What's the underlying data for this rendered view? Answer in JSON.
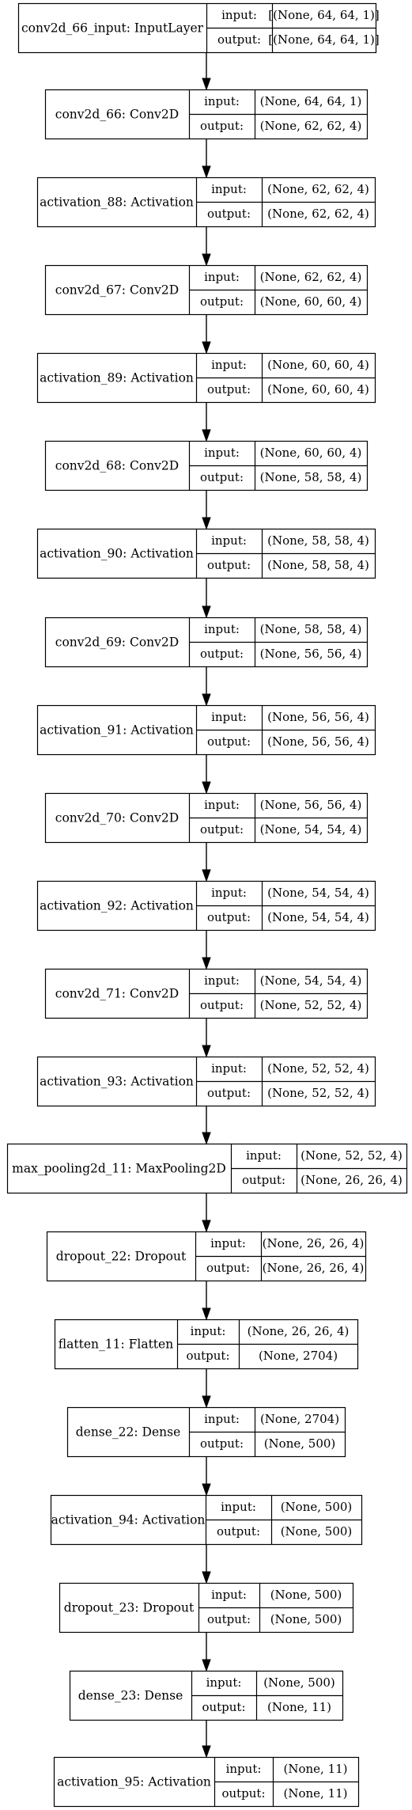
{
  "diagram": {
    "layers": [
      {
        "name": "conv2d_66_input: InputLayer",
        "input_label": "input:",
        "output_label": "output:",
        "input": "[(None, 64, 64, 1)]",
        "output": "[(None, 64, 64, 1)]"
      },
      {
        "name": "conv2d_66: Conv2D",
        "input_label": "input:",
        "output_label": "output:",
        "input": "(None, 64, 64, 1)",
        "output": "(None, 62, 62, 4)"
      },
      {
        "name": "activation_88: Activation",
        "input_label": "input:",
        "output_label": "output:",
        "input": "(None, 62, 62, 4)",
        "output": "(None, 62, 62, 4)"
      },
      {
        "name": "conv2d_67: Conv2D",
        "input_label": "input:",
        "output_label": "output:",
        "input": "(None, 62, 62, 4)",
        "output": "(None, 60, 60, 4)"
      },
      {
        "name": "activation_89: Activation",
        "input_label": "input:",
        "output_label": "output:",
        "input": "(None, 60, 60, 4)",
        "output": "(None, 60, 60, 4)"
      },
      {
        "name": "conv2d_68: Conv2D",
        "input_label": "input:",
        "output_label": "output:",
        "input": "(None, 60, 60, 4)",
        "output": "(None, 58, 58, 4)"
      },
      {
        "name": "activation_90: Activation",
        "input_label": "input:",
        "output_label": "output:",
        "input": "(None, 58, 58, 4)",
        "output": "(None, 58, 58, 4)"
      },
      {
        "name": "conv2d_69: Conv2D",
        "input_label": "input:",
        "output_label": "output:",
        "input": "(None, 58, 58, 4)",
        "output": "(None, 56, 56, 4)"
      },
      {
        "name": "activation_91: Activation",
        "input_label": "input:",
        "output_label": "output:",
        "input": "(None, 56, 56, 4)",
        "output": "(None, 56, 56, 4)"
      },
      {
        "name": "conv2d_70: Conv2D",
        "input_label": "input:",
        "output_label": "output:",
        "input": "(None, 56, 56, 4)",
        "output": "(None, 54, 54, 4)"
      },
      {
        "name": "activation_92: Activation",
        "input_label": "input:",
        "output_label": "output:",
        "input": "(None, 54, 54, 4)",
        "output": "(None, 54, 54, 4)"
      },
      {
        "name": "conv2d_71: Conv2D",
        "input_label": "input:",
        "output_label": "output:",
        "input": "(None, 54, 54, 4)",
        "output": "(None, 52, 52, 4)"
      },
      {
        "name": "activation_93: Activation",
        "input_label": "input:",
        "output_label": "output:",
        "input": "(None, 52, 52, 4)",
        "output": "(None, 52, 52, 4)"
      },
      {
        "name": "max_pooling2d_11: MaxPooling2D",
        "input_label": "input:",
        "output_label": "output:",
        "input": "(None, 52, 52, 4)",
        "output": "(None, 26, 26, 4)"
      },
      {
        "name": "dropout_22: Dropout",
        "input_label": "input:",
        "output_label": "output:",
        "input": "(None, 26, 26, 4)",
        "output": "(None, 26, 26, 4)"
      },
      {
        "name": "flatten_11: Flatten",
        "input_label": "input:",
        "output_label": "output:",
        "input": "(None, 26, 26, 4)",
        "output": "(None, 2704)"
      },
      {
        "name": "dense_22: Dense",
        "input_label": "input:",
        "output_label": "output:",
        "input": "(None, 2704)",
        "output": "(None, 500)"
      },
      {
        "name": "activation_94: Activation",
        "input_label": "input:",
        "output_label": "output:",
        "input": "(None, 500)",
        "output": "(None, 500)"
      },
      {
        "name": "dropout_23: Dropout",
        "input_label": "input:",
        "output_label": "output:",
        "input": "(None, 500)",
        "output": "(None, 500)"
      },
      {
        "name": "dense_23: Dense",
        "input_label": "input:",
        "output_label": "output:",
        "input": "(None, 500)",
        "output": "(None, 11)"
      },
      {
        "name": "activation_95: Activation",
        "input_label": "input:",
        "output_label": "output:",
        "input": "(None, 11)",
        "output": "(None, 11)"
      }
    ]
  }
}
